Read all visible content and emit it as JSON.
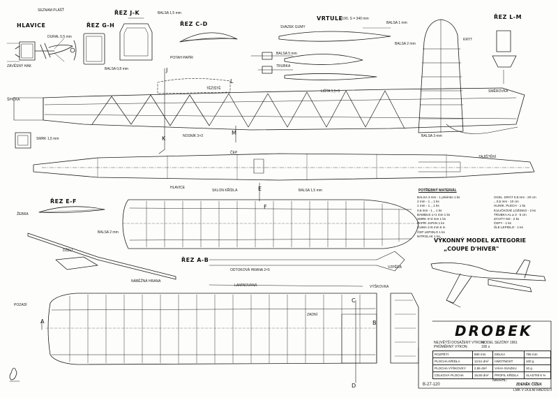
{
  "header": {
    "top_label": "SEZNAM PLÁŠŤ"
  },
  "sections": {
    "hlavice": "HLAVICE",
    "rez_gh": "ŘEZ G-H",
    "rez_jk": "ŘEZ J-K",
    "rez_cd": "ŘEZ C-D",
    "vrtule": "VRTULE",
    "vrtule_spec": "⌀ 190, S = 340 mm",
    "rez_lm": "ŘEZ L-M",
    "rez_ef": "ŘEZ E-F",
    "rez_ab": "ŘEZ A-B"
  },
  "letters": {
    "J": "J",
    "K": "K",
    "L": "L",
    "M": "M",
    "E": "E",
    "F": "F",
    "C": "C",
    "D": "D",
    "A": "A",
    "B": "B"
  },
  "labels": {
    "zavesny_hak": "ZÁVĚSNÝ HÁK",
    "balsa_08": "BALSA 0,8 mm",
    "balsa_2": "BALSA 2 mm",
    "balsa_3": "BALSA 3 mm",
    "balsa_15": "BALSA 1,5 mm",
    "balsa_5": "BALSA 5 mm",
    "balsa_1": "BALSA 1 mm",
    "smrk": "SMRK 1,5 mm",
    "hrana": "NÁBĚŽNÁ HRANA",
    "dural": "DURAL 0,5 mm",
    "pozadi": "POZADÍ",
    "nosnik": "NOSNÍK 3×3",
    "zebra": "ŽEBRA",
    "odtokova": "ODTOKOVÁ HRANA 2×5",
    "lista": "LIŠTA 1,5×5",
    "papir": "POTAH PAPÍR",
    "sklon": "SKLON KŘÍDLA",
    "teziste": "TĚŽIŠTĚ",
    "trubka": "TRUBKA",
    "zajisteni": "ZAJIŠTĚNÍ",
    "cep": "ČEP",
    "kryt": "KRYT",
    "spicka": "ŠPIČKA",
    "dzeli": "DŽELI",
    "smerovka": "SMĚROVKA",
    "vyskovka": "VÝŠKOVKA",
    "laminovana": "LAMINOVANÁ",
    "zadni": "ZADNÍ",
    "svazek": "SVAZEK GUMY",
    "hlav_bar": "HLAVICE",
    "vzpera": "VZPĚRA"
  },
  "materials": {
    "title": "POTŘEBNÝ MATERIÁL",
    "left": [
      "BALSA   3 mm - 1 prkénko  1 ks",
      "        2 mm - 1    ,,     1 ks",
      "        1 mm - 1    ,,     1 ks",
      "      0,8 mm - 1    ,,     1 ks",
      "BAMBUS 1×1 mm    1 ks",
      "SMRK 3×3 mm      1 ks",
      "PAPÍR JAPAN     1 ks",
      "GUMA 1×6 mm     6 m",
      "ČEP LEPIDLO     1 ks",
      "NITROLAK        1 ks"
    ],
    "right": [
      "OCEL. DRÁT 0,8 mm - 20 cm",
      "     ,,   0,5 mm - 10 cm",
      "HLINÍK. PLECH   - 1 ks",
      "KULIČKOVÉ LOŽISKO - 2 ks",
      "TRUBKA AL ⌀ 3   - 5 cm",
      "ZÁVITY M2       - 2 ks",
      "ČEPY            - 1 ks",
      "ŠLE LEPIDLO     - 1 ks"
    ]
  },
  "model_category": {
    "line1": "VÝKONNÝ MODEL KATEGORIE",
    "line2": "„COUPE D'HIVER\""
  },
  "title_block": {
    "name": "DROBEK",
    "sub1": "NEJVĚTŠÍ DOSAŽENÝ VÝKON:",
    "sub1_val": "MODEL SEZÓNY 1961",
    "sub2": "PRŮMĚRNÝ VÝKON:",
    "sub2_val": "100 s",
    "rows": [
      [
        "ROZPĚTÍ",
        "980 mm",
        "DÉLKA",
        "795 mm"
      ],
      [
        "PLOCHA KŘÍDLA",
        "12,51 dm²",
        "HMOTNOST",
        "100 g"
      ],
      [
        "PLOCHA VÝŠKOVKY",
        "2,55 dm²",
        "VÁHA SVAZKU",
        "10 g"
      ],
      [
        "CELKOVÁ PLOCHA",
        "15,60 dm²",
        "PROFIL KŘÍDLA",
        "VLASTNÍ 6 %"
      ]
    ],
    "designer_label": "NAVRHL:",
    "designer": "ZDENĚK ČÍŽEK",
    "club": "LMK V DOLNÍ RADOSTÍ",
    "plan_no": "B-27-120"
  },
  "colors": {
    "ink": "#1a1a1a",
    "paper": "#fdfdfb"
  }
}
